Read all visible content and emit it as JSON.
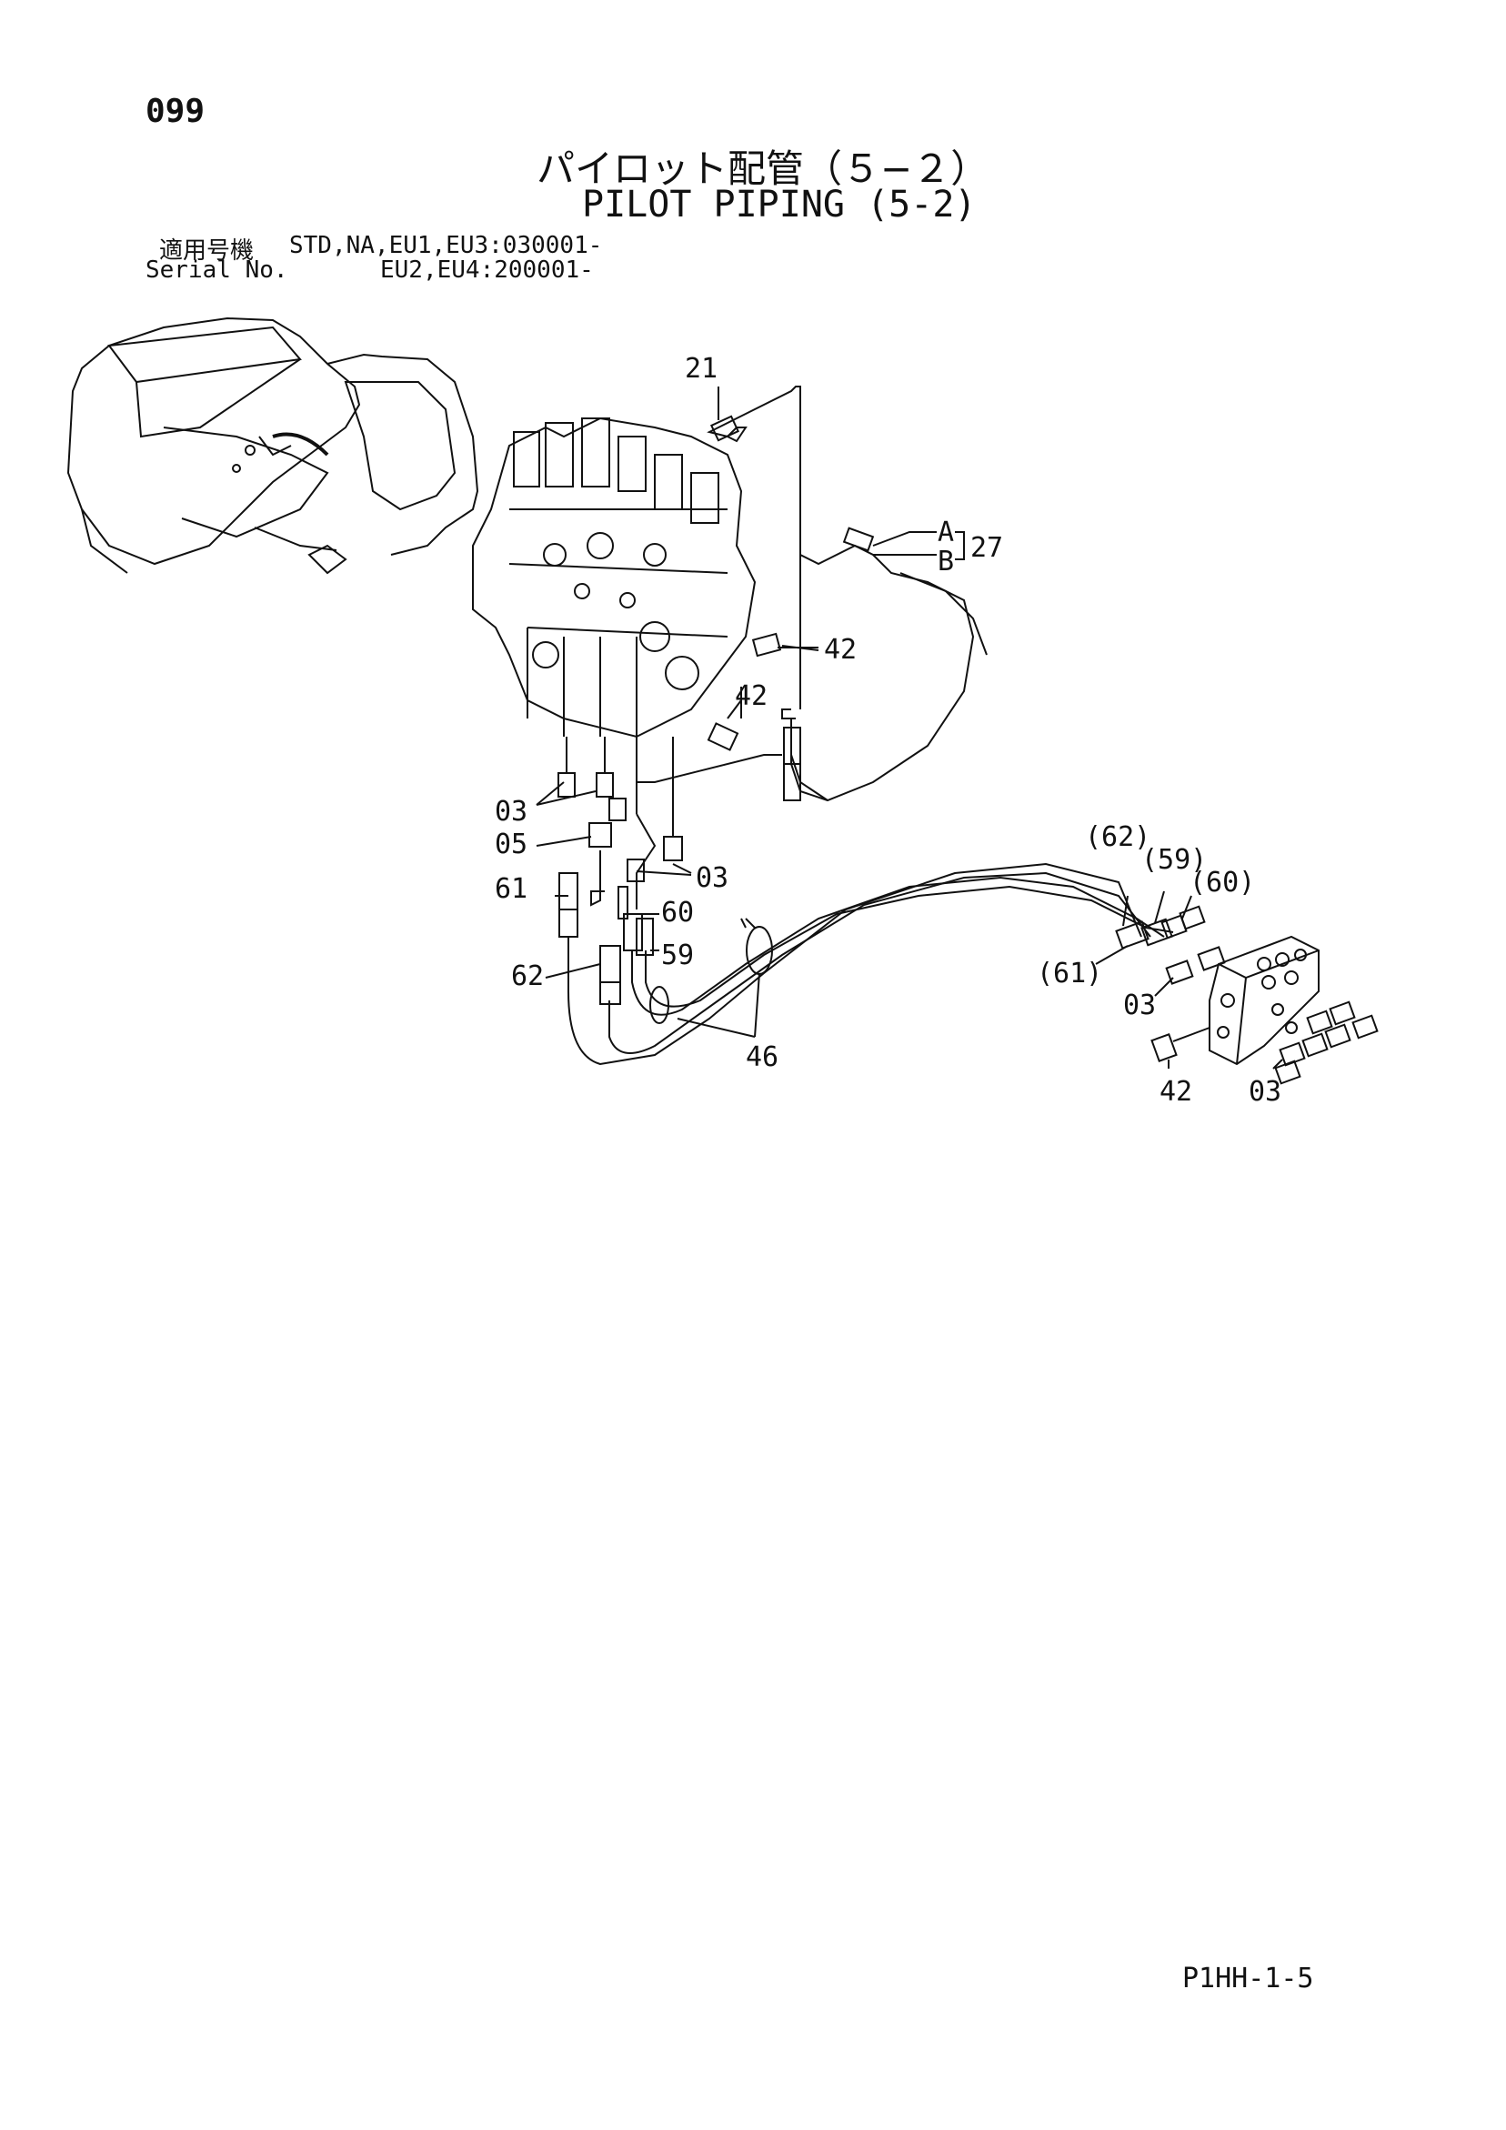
{
  "page_number": "099",
  "title_jp": "パイロット配管（５−２）",
  "title_en": "PILOT PIPING (5-2)",
  "serial": {
    "label_jp": "適用号機",
    "label_en": "Serial No.",
    "line1": "STD,NA,EU1,EU3:030001-",
    "line2": "EU2,EU4:200001-"
  },
  "callouts": {
    "c21": "21",
    "cA": "A",
    "cB": "B",
    "c27": "27",
    "c42a": "42",
    "c42b": "42",
    "c42c": "42",
    "c03a": "03",
    "c03b": "03",
    "c03c": "03",
    "c03d": "03",
    "c05": "05",
    "c61": "61",
    "c60": "60",
    "c59": "59",
    "c62": "62",
    "c46": "46",
    "c62p": "(62)",
    "c59p": "(59)",
    "c60p": "(60)",
    "c61p": "(61)"
  },
  "doc_code": "P1HH-1-5"
}
